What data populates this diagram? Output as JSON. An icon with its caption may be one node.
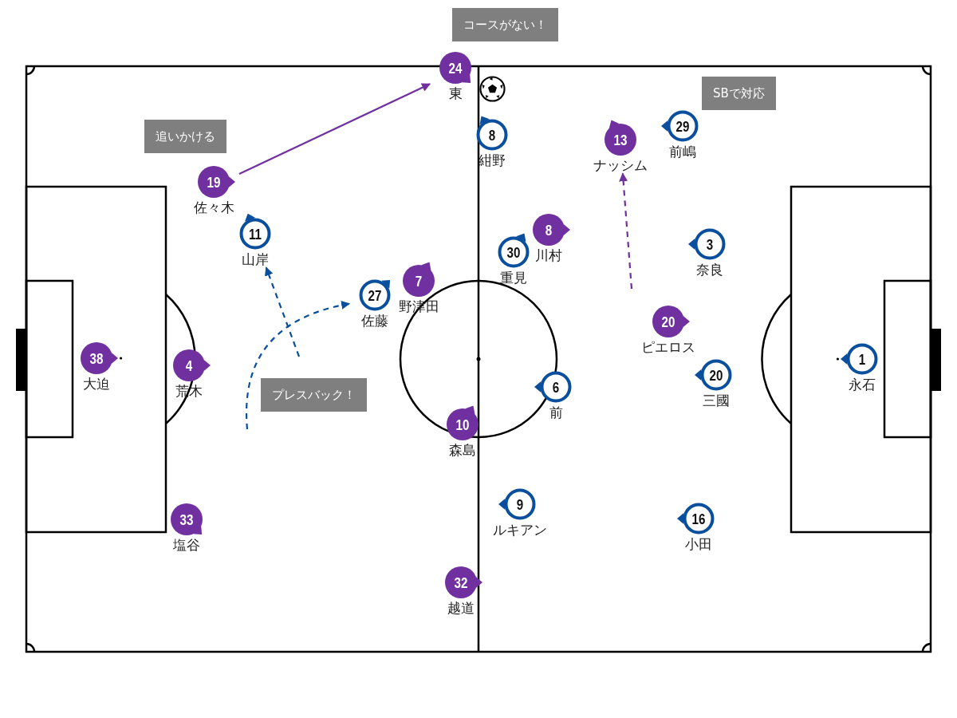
{
  "diagram": {
    "nodes": [
      {
        "text": [
          "コースがない！"
        ]
      },
      {
        "text": [
          "24",
          "東"
        ]
      },
      {
        "text": [
          "SBで対応"
        ]
      },
      {
        "text": [
          "8",
          "紺野"
        ]
      },
      {
        "text": [
          "追いかける"
        ]
      },
      {
        "text": [
          "29",
          "前嶋"
        ]
      },
      {
        "text": [
          "13",
          "ナッシム"
        ]
      },
      {
        "text": [
          "19",
          "佐々木"
        ]
      },
      {
        "text": [
          "8",
          "川村"
        ]
      },
      {
        "text": [
          "11",
          "山岸"
        ]
      },
      {
        "text": [
          "3",
          "奈良"
        ]
      },
      {
        "text": [
          "30",
          "重見"
        ]
      },
      {
        "text": [
          "7",
          "野津田"
        ]
      },
      {
        "text": [
          "27",
          "佐藤"
        ]
      },
      {
        "text": [
          "20",
          "ピエロス"
        ]
      },
      {
        "text": [
          "38",
          "大迫"
        ]
      },
      {
        "text": [
          "1",
          "永石"
        ]
      },
      {
        "text": [
          "4",
          "荒木"
        ]
      },
      {
        "text": [
          "20",
          "三國"
        ]
      },
      {
        "text": [
          "6",
          "前"
        ]
      },
      {
        "text": [
          "プレスバック！"
        ]
      },
      {
        "text": [
          "10",
          "森島"
        ]
      },
      {
        "text": [
          "9",
          "ルキアン"
        ]
      },
      {
        "text": [
          "16",
          "小田"
        ]
      },
      {
        "text": [
          "33",
          "塩谷"
        ]
      },
      {
        "text": [
          "32",
          "越道"
        ]
      }
    ],
    "edges": [
      {
        "from": 7,
        "to": 1,
        "arrow": "to",
        "color": "#7030a0"
      },
      {
        "from": null,
        "to": 6,
        "arrow": "to",
        "style": "dashed",
        "color": "#7030a0"
      },
      {
        "from": null,
        "to": 9,
        "arrow": "to",
        "style": "dashed",
        "color": "#0a4f9e"
      },
      {
        "from": null,
        "to": 13,
        "arrow": "to",
        "style": "dashed",
        "color": "#0a4f9e"
      }
    ]
  }
}
